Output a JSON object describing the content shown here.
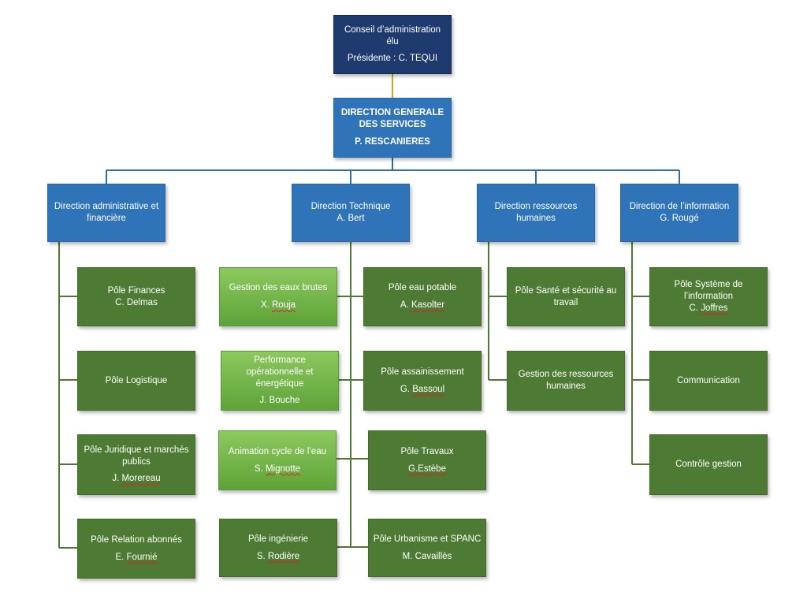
{
  "board": {
    "line1": "Conseil d’administration",
    "line2": "élu",
    "president": "Présidente : C. TEQUI"
  },
  "dgs": {
    "title": "DIRECTION GENERALE DES SERVICES",
    "name": "P. RESCANIERES"
  },
  "directions": {
    "admin": {
      "title": "Direction administrative et financière"
    },
    "tech": {
      "title": "Direction Technique",
      "name": "A. Bert"
    },
    "rh": {
      "title": "Direction ressources humaines"
    },
    "info": {
      "title": "Direction de l’information",
      "name": "G. Rougé"
    }
  },
  "admin_poles": {
    "finances": {
      "title": "Pôle Finances",
      "name": "C. Delmas"
    },
    "logistique": {
      "title": "Pôle Logistique"
    },
    "juridique": {
      "title": "Pôle Juridique et marchés publics",
      "name_prefix": "J. ",
      "name_surname": "Morereau"
    },
    "relation": {
      "title": "Pôle Relation abonnés",
      "name_prefix": "E. ",
      "name_surname": "Fournié"
    }
  },
  "tech_left": {
    "eaux_brutes": {
      "title": "Gestion des eaux brutes",
      "name_prefix": "X. ",
      "name_surname": "Rouja"
    },
    "performance": {
      "title": "Performance opérationnelle et énergétique",
      "name": "J. Bouche"
    },
    "animation": {
      "title": "Animation cycle de l’eau",
      "name_prefix": "S. ",
      "name_surname": "Mignotte"
    },
    "ingenierie": {
      "title": "Pôle ingénierie",
      "name_prefix": "S. ",
      "name_surname": "Rodière"
    }
  },
  "tech_right": {
    "eau_potable": {
      "title": "Pôle eau potable",
      "name_prefix": "A. ",
      "name_surname": "Kasolter"
    },
    "assainissement": {
      "title": "Pôle assainissement",
      "name_prefix": "G. ",
      "name_surname": "Bassoul"
    },
    "travaux": {
      "title": "Pôle Travaux",
      "name": "G.Estèbe"
    },
    "urbanisme": {
      "title": "Pôle Urbanisme et SPANC",
      "name": "M. Cavaillès"
    }
  },
  "rh_poles": {
    "sante": {
      "title": "Pôle Santé et sécurité au travail"
    },
    "gestion": {
      "title": "Gestion des ressources humaines"
    }
  },
  "info_poles": {
    "systeme": {
      "title": "Pôle Système de l’information",
      "name_prefix": "C. ",
      "name_surname": "Joffres"
    },
    "communication": {
      "title": "Communication"
    },
    "controle": {
      "title": "Contrôle gestion"
    }
  },
  "colors": {
    "board": "#1f3a6e",
    "direction": "#2f73b8",
    "pole": "#4e7b33",
    "pole_light": "#7ab84e",
    "connector_blue": "#2e6db0",
    "connector_green": "#4e7b33",
    "connector_gold": "#d9a21b"
  }
}
